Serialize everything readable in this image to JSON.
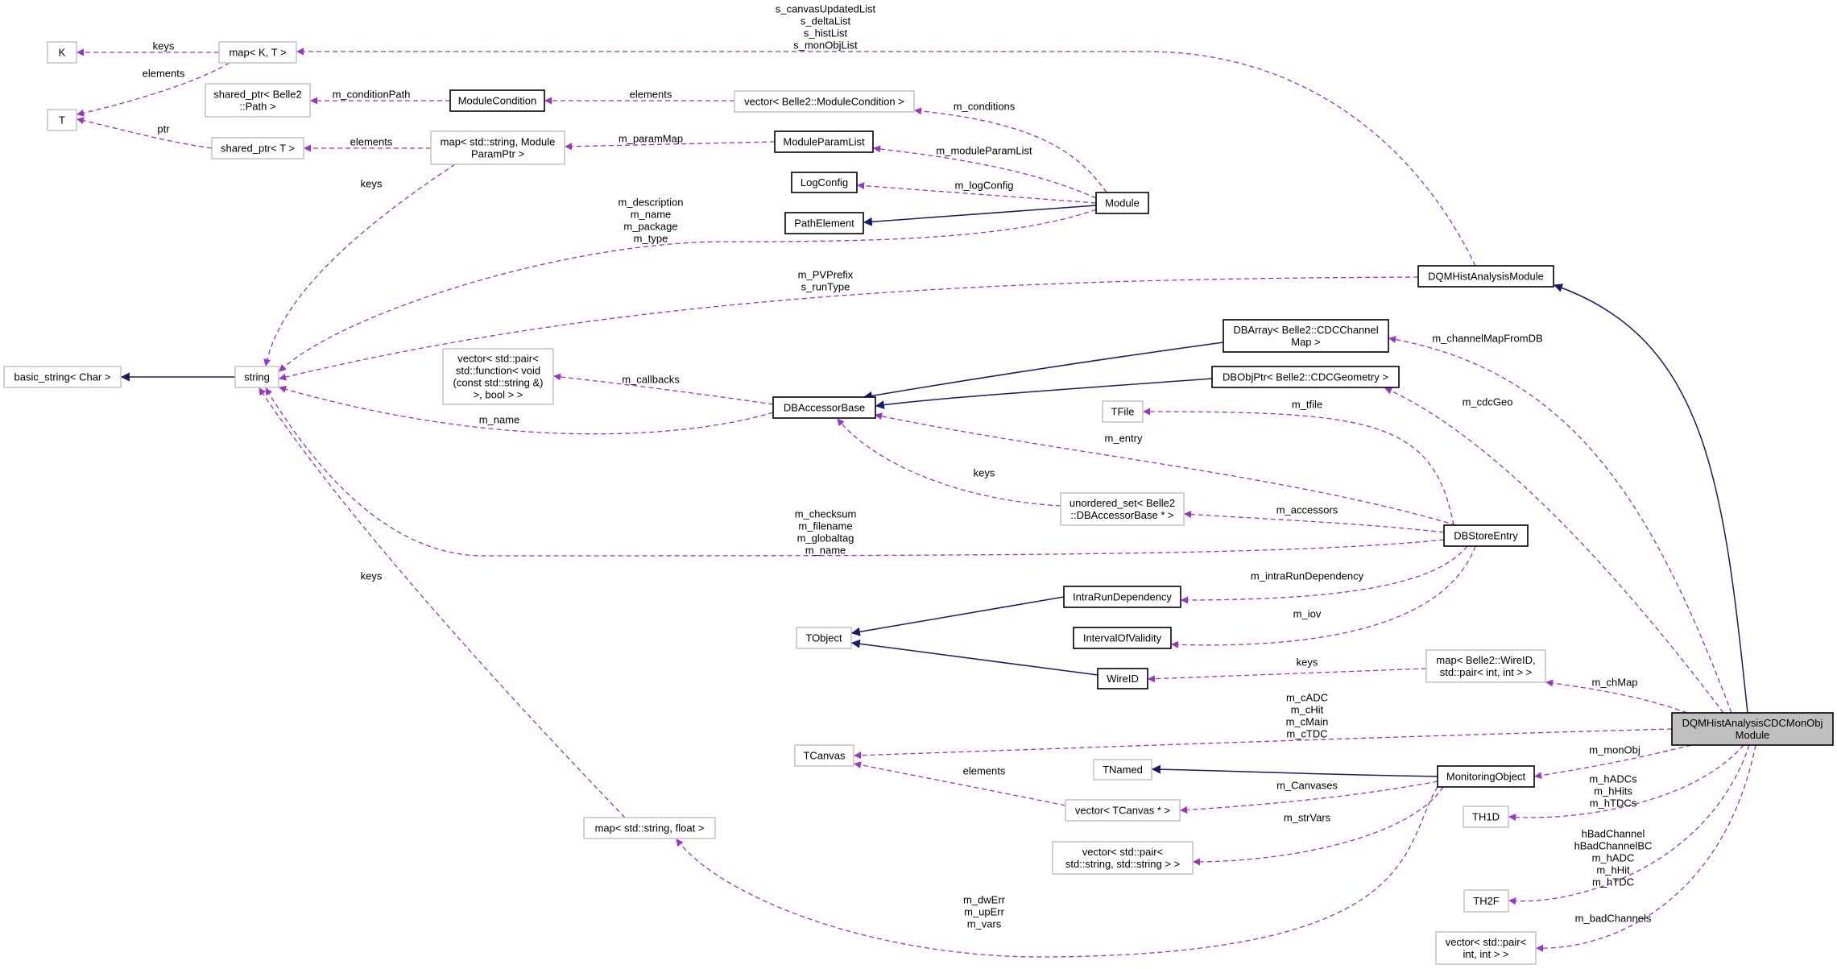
{
  "colors": {
    "usage_edge": "#9a32cd",
    "inherit_edge": "#191970",
    "focus_fill": "#bfbfbf"
  },
  "nodes": {
    "k": [
      "K"
    ],
    "map_kt": [
      "map< K, T >"
    ],
    "t": [
      "T"
    ],
    "shared_ptr_path": [
      "shared_ptr< Belle2",
      "::Path >"
    ],
    "module_condition": [
      "ModuleCondition"
    ],
    "vector_module_condition": [
      "vector< Belle2::ModuleCondition >"
    ],
    "shared_ptr_t": [
      "shared_ptr< T >"
    ],
    "map_string_paramptr": [
      "map< std::string, Module",
      "ParamPtr >"
    ],
    "module_param_list": [
      "ModuleParamList"
    ],
    "log_config": [
      "LogConfig"
    ],
    "path_element": [
      "PathElement"
    ],
    "module": [
      "Module"
    ],
    "dqm_hist_analysis_module": [
      "DQMHistAnalysisModule"
    ],
    "string": [
      "string"
    ],
    "basic_string": [
      "basic_string< Char >"
    ],
    "vector_pair_function": [
      "vector< std::pair<",
      "std::function< void",
      "(const std::string &)",
      ">, bool > >"
    ],
    "db_accessor_base": [
      "DBAccessorBase"
    ],
    "db_array": [
      "DBArray< Belle2::CDCChannel",
      "Map >"
    ],
    "db_obj_ptr": [
      "DBObjPtr< Belle2::CDCGeometry >"
    ],
    "tfile": [
      "TFile"
    ],
    "unordered_set": [
      "unordered_set< Belle2",
      "::DBAccessorBase * >"
    ],
    "db_store_entry": [
      "DBStoreEntry"
    ],
    "intra_run_dependency": [
      "IntraRunDependency"
    ],
    "interval_of_validity": [
      "IntervalOfValidity"
    ],
    "tobject": [
      "TObject"
    ],
    "wire_id": [
      "WireID"
    ],
    "map_wireid": [
      "map< Belle2::WireID,",
      "std::pair< int, int > >"
    ],
    "tcanvas": [
      "TCanvas"
    ],
    "cdc_monobj_module": [
      "DQMHistAnalysisCDCMonObj",
      "Module"
    ],
    "tnamed": [
      "TNamed"
    ],
    "monitoring_object": [
      "MonitoringObject"
    ],
    "vector_tcanvas": [
      "vector< TCanvas * >"
    ],
    "th1d": [
      "TH1D"
    ],
    "map_string_float": [
      "map< std::string, float >"
    ],
    "vector_pair_string": [
      "vector< std::pair<",
      "std::string, std::string > >"
    ],
    "th2f": [
      "TH2F"
    ],
    "vector_pair_int": [
      "vector< std::pair<",
      "int, int > >"
    ]
  },
  "edge_labels": {
    "keys_k": [
      "keys"
    ],
    "elements_t": [
      "elements"
    ],
    "ptr_t": [
      "ptr"
    ],
    "condition_path": [
      "m_conditionPath"
    ],
    "elements_condition": [
      "elements"
    ],
    "elements_shared_ptr": [
      "elements"
    ],
    "param_map": [
      "m_paramMap"
    ],
    "keys_string_1": [
      "keys"
    ],
    "canvas_lists": [
      "s_canvasUpdatedList",
      "s_deltaList",
      "s_histList",
      "s_monObjList"
    ],
    "conditions": [
      "m_conditions"
    ],
    "module_param_list": [
      "m_moduleParamList"
    ],
    "log_config": [
      "m_logConfig"
    ],
    "module_strings": [
      "m_description",
      "m_name",
      "m_package",
      "m_type"
    ],
    "pv_prefix": [
      "m_PVPrefix",
      "s_runType"
    ],
    "callbacks": [
      "m_callbacks"
    ],
    "accessor_name": [
      "m_name"
    ],
    "entry": [
      "m_entry"
    ],
    "tfile": [
      "m_tfile"
    ],
    "keys_accessor": [
      "keys"
    ],
    "accessors": [
      "m_accessors"
    ],
    "store_strings": [
      "m_checksum",
      "m_filename",
      "m_globaltag",
      "m_name"
    ],
    "intra_run": [
      "m_intraRunDependency"
    ],
    "iov": [
      "m_iov"
    ],
    "keys_wireid": [
      "keys"
    ],
    "ch_map": [
      "m_chMap"
    ],
    "channel_map_db": [
      "m_channelMapFromDB"
    ],
    "cdc_geo": [
      "m_cdcGeo"
    ],
    "canvases_c": [
      "m_cADC",
      "m_cHit",
      "m_cMain",
      "m_cTDC"
    ],
    "mon_obj": [
      "m_monObj"
    ],
    "th1d_members": [
      "m_hADCs",
      "m_hHits",
      "m_hTDCs"
    ],
    "th2f_members": [
      "hBadChannel",
      "hBadChannelBC",
      "m_hADC",
      "m_hHit",
      "m_hTDC"
    ],
    "bad_channels": [
      "m_badChannels"
    ],
    "canvases": [
      "m_Canvases"
    ],
    "elements_tcanvas": [
      "elements"
    ],
    "str_vars": [
      "m_strVars"
    ],
    "float_vars": [
      "m_dwErr",
      "m_upErr",
      "m_vars"
    ],
    "keys_string_2": [
      "keys"
    ]
  }
}
